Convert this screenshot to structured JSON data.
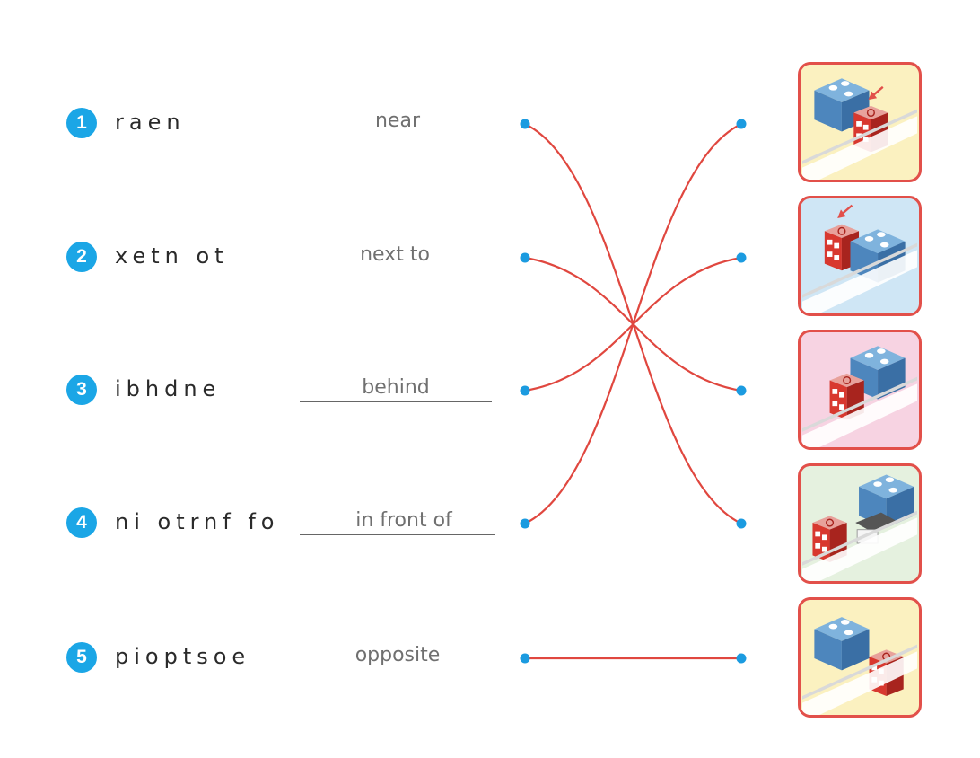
{
  "items": [
    {
      "number": "1",
      "scrambled": "raen",
      "answer": "near"
    },
    {
      "number": "2",
      "scrambled": "xetn ot",
      "answer": "next to"
    },
    {
      "number": "3",
      "scrambled": "ibhdne",
      "answer": "behind"
    },
    {
      "number": "4",
      "scrambled": "ni otrnf fo",
      "answer": "in front of"
    },
    {
      "number": "5",
      "scrambled": "pioptsoe",
      "answer": "opposite"
    }
  ],
  "matches": [
    [
      1,
      4
    ],
    [
      2,
      3
    ],
    [
      3,
      2
    ],
    [
      4,
      1
    ],
    [
      5,
      5
    ]
  ],
  "pictures": [
    {
      "background": "#fbf1c0",
      "arrow": true
    },
    {
      "background": "#cfe6f5",
      "arrow": true
    },
    {
      "background": "#f7d3e2",
      "arrow": false
    },
    {
      "background": "#e5f1df",
      "arrow": false
    },
    {
      "background": "#fbf1c0",
      "arrow": false
    }
  ],
  "colors": {
    "badge": "#1ba6e6",
    "dot": "#1b9be0",
    "line": "#e0473f",
    "tile_border": "#e2504a"
  }
}
